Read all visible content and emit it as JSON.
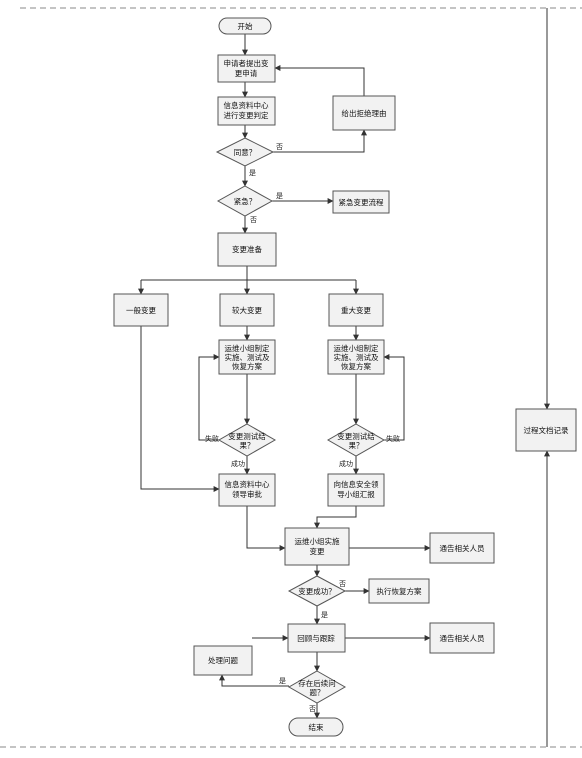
{
  "nodes": {
    "start": "开始",
    "submit": [
      "申请者提出变",
      "更申请"
    ],
    "judge": [
      "信息资料中心",
      "进行变更判定"
    ],
    "reject": "给出拒绝理由",
    "agree": "同意？",
    "urgent": "紧急？",
    "emergency": "紧急变更流程",
    "prepare": "变更准备",
    "general": "一般变更",
    "larger": "较大变更",
    "major": "重大变更",
    "plan1": [
      "运维小组制定",
      "实施、测试及",
      "恢复方案"
    ],
    "plan2": [
      "运维小组制定",
      "实施、测试及",
      "恢复方案"
    ],
    "test1": [
      "变更测试结",
      "果？"
    ],
    "test2": [
      "变更测试结",
      "果？"
    ],
    "leader": [
      "信息资料中心",
      "领导审批"
    ],
    "report": [
      "向信息安全领",
      "导小组汇报"
    ],
    "implement": [
      "运维小组实施",
      "变更"
    ],
    "notify1": "通告相关人员",
    "success": "变更成功？",
    "restore": "执行恢复方案",
    "review": "回顾与跟踪",
    "notify2": "通告相关人员",
    "handle": "处理问题",
    "followup": [
      "存在后续问",
      "题？"
    ],
    "end": "结束",
    "record": "过程文档记录"
  },
  "edge_labels": {
    "no": "否",
    "yes": "是",
    "fail": "失败",
    "ok": "成功"
  }
}
